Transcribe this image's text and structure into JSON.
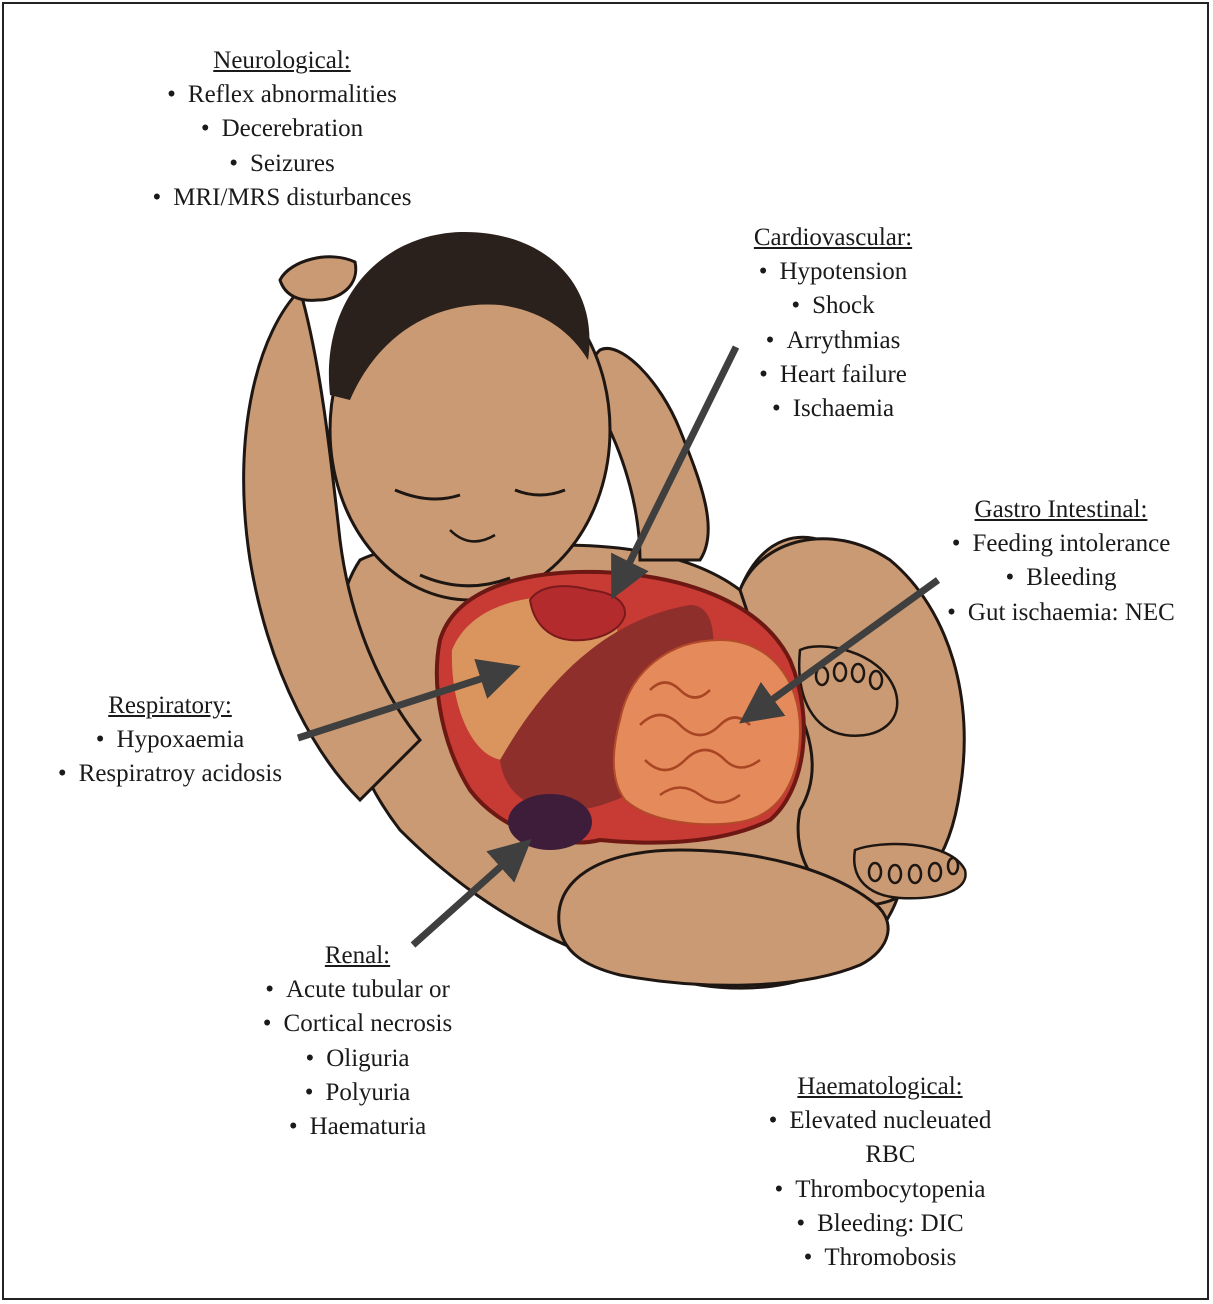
{
  "colors": {
    "skin": "#c99a73",
    "skin_outline": "#1e1612",
    "hair": "#2a211c",
    "liver": "#8e2f2b",
    "lung": "#d9955d",
    "heart": "#b32b2d",
    "intestine": "#e58a5a",
    "kidney": "#3d1d3a",
    "arrow": "#3f3f3f"
  },
  "sections": {
    "neurological": {
      "heading": "Neurological:",
      "items": [
        "Reflex abnormalities",
        "Decerebration",
        "Seizures",
        "MRI/MRS disturbances"
      ]
    },
    "cardiovascular": {
      "heading": "Cardiovascular:",
      "items": [
        "Hypotension",
        "Shock",
        "Arrythmias",
        "Heart failure",
        "Ischaemia"
      ]
    },
    "gastro": {
      "heading": "Gastro Intestinal:",
      "items": [
        "Feeding intolerance",
        "Bleeding",
        "Gut ischaemia: NEC"
      ]
    },
    "respiratory": {
      "heading": "Respiratory:",
      "items": [
        "Hypoxaemia",
        "Respiratroy acidosis"
      ]
    },
    "renal": {
      "heading": "Renal:",
      "items": [
        "Acute tubular or",
        "Cortical necrosis",
        "Oliguria",
        "Polyuria",
        "Haematuria"
      ]
    },
    "haematological": {
      "heading": "Haematological:",
      "items": [
        "Elevated nucleuated",
        "RBC",
        "Thrombocytopenia",
        "Bleeding: DIC",
        "Thromobosis"
      ]
    }
  }
}
